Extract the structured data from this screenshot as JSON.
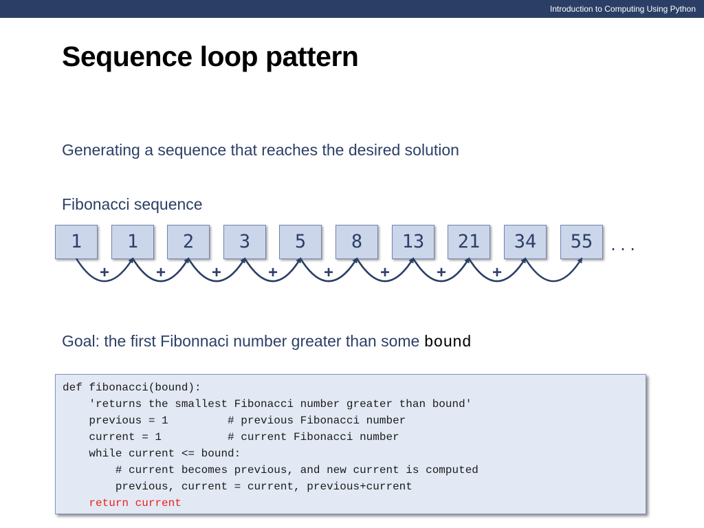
{
  "header": {
    "course": "Introduction to Computing Using Python"
  },
  "slide": {
    "title": "Sequence loop pattern",
    "subtitle": "Generating a sequence that reaches the desired solution",
    "fib_label": "Fibonacci sequence",
    "fib_numbers": [
      "1",
      "1",
      "2",
      "3",
      "5",
      "8",
      "13",
      "21",
      "34",
      "55"
    ],
    "ellipsis": "...",
    "plus_sign": "+",
    "goal_text": "Goal: the first Fibonnaci number greater than some",
    "goal_code": "bound",
    "code_lines": [
      "def fibonacci(bound):",
      "    'returns the smallest Fibonacci number greater than bound'",
      "    previous = 1         # previous Fibonacci number",
      "    current = 1          # current Fibonacci number",
      "    while current <= bound:",
      "        # current becomes previous, and new current is computed",
      "        previous, current = current, previous+current",
      "    return current"
    ]
  },
  "colors": {
    "header_bg": "#2b3f66",
    "text_blue": "#2b3f66",
    "box_fill": "#ccd6ea",
    "code_bg": "#e3e9f4",
    "return_red": "#e8231a"
  }
}
